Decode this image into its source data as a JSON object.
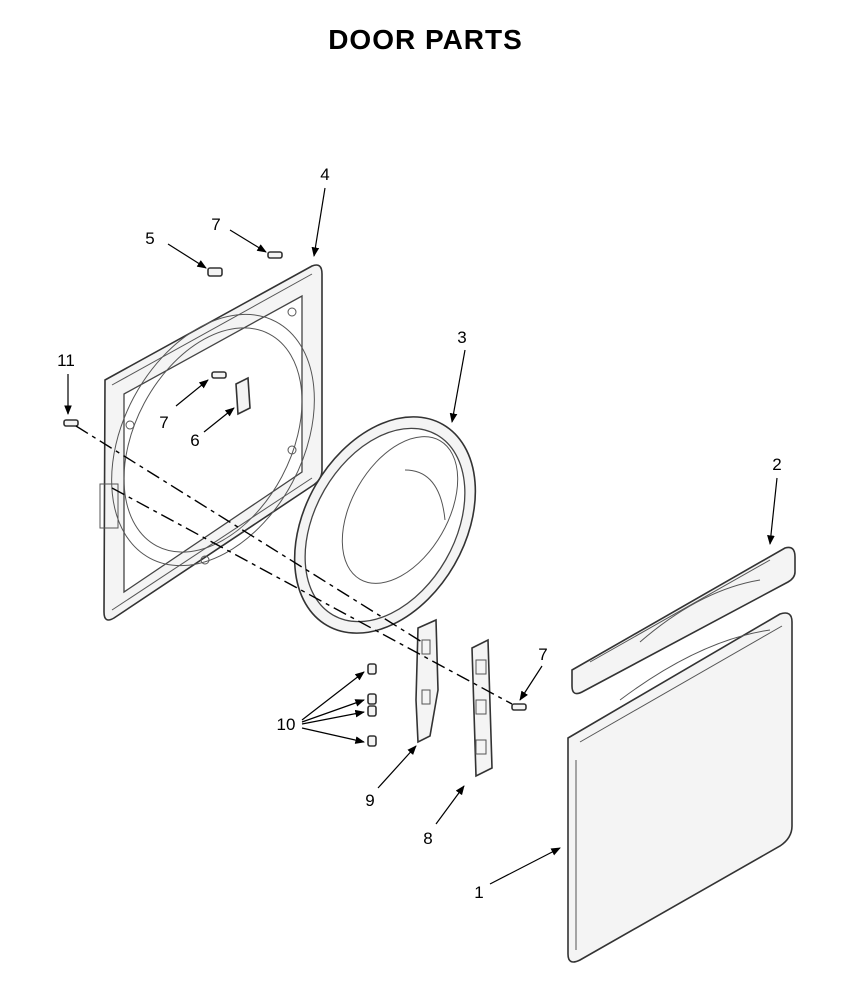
{
  "title": "DOOR PARTS",
  "callouts": {
    "c1": "1",
    "c2": "2",
    "c3": "3",
    "c4": "4",
    "c5": "5",
    "c6": "6",
    "c7a": "7",
    "c7b": "7",
    "c7c": "7",
    "c8": "8",
    "c9": "9",
    "c10": "10",
    "c11": "11"
  },
  "colors": {
    "line": "#000000",
    "part_fill": "#f4f4f4",
    "background": "#ffffff"
  }
}
